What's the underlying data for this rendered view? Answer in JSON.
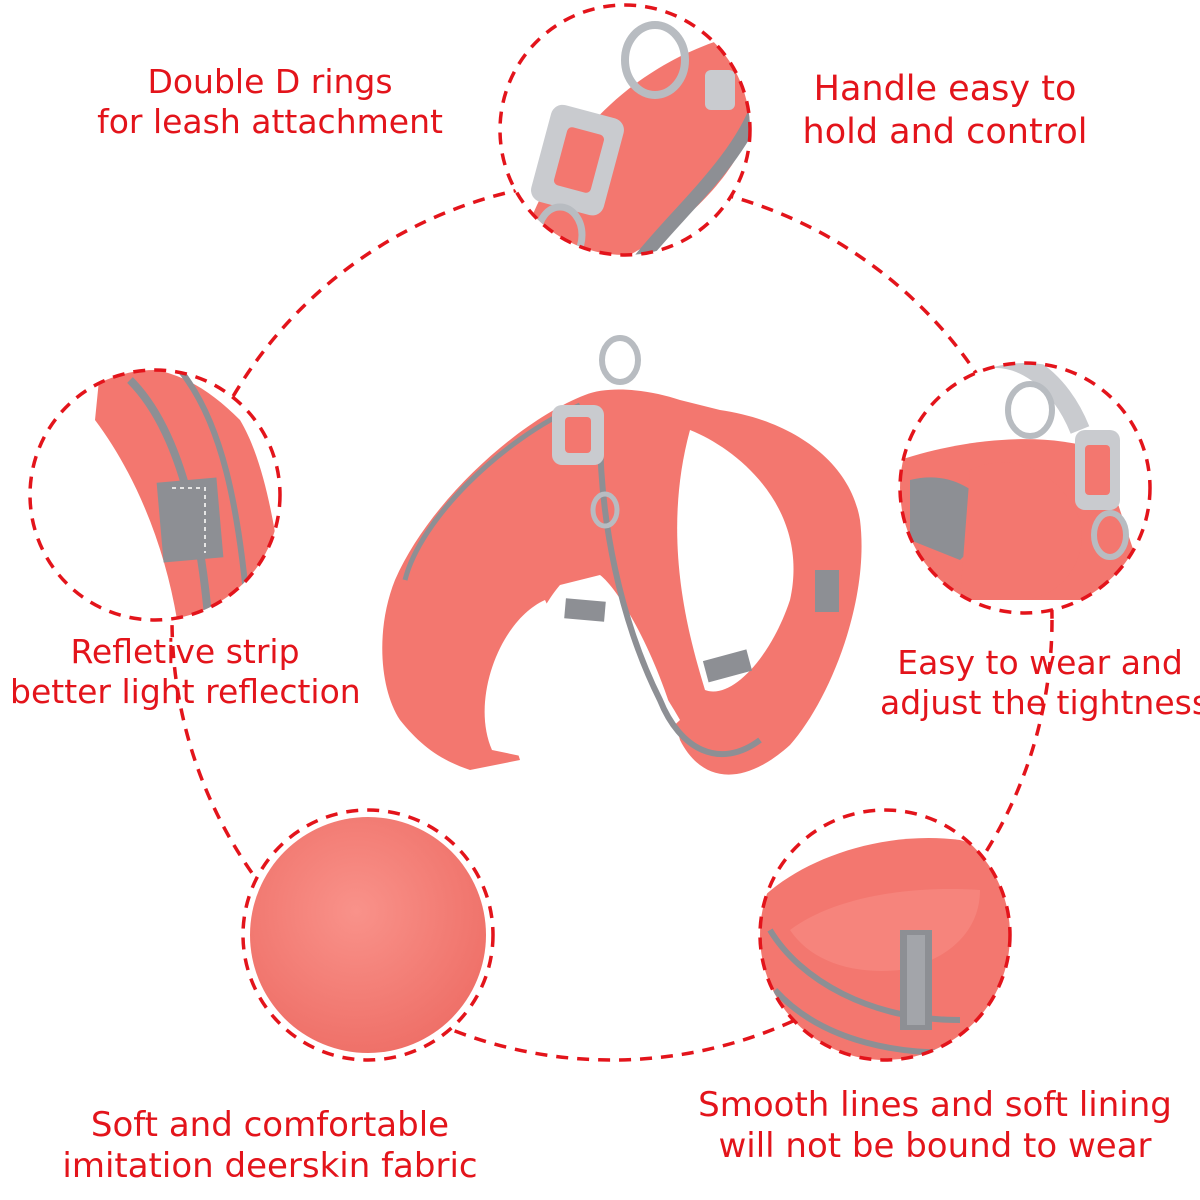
{
  "colors": {
    "accent_red": "#e3141b",
    "fabric_pink": "#f3776f",
    "reflective_gray": "#8d8f94",
    "buckle_gray": "#c9cbcf",
    "metal": "#b8bcc1"
  },
  "captions": {
    "d_rings": [
      "Double D rings",
      "for leash attachment"
    ],
    "handle": [
      "Handle easy to",
      "hold and control"
    ],
    "reflective": [
      "Refletive strip",
      "better light reflection"
    ],
    "wear": [
      "Easy to wear and",
      "adjust the tightness"
    ],
    "fabric": [
      "Soft and comfortable",
      "imitation deerskin fabric"
    ],
    "lining": [
      "Smooth lines and soft lining",
      "will not be bound to wear"
    ]
  }
}
